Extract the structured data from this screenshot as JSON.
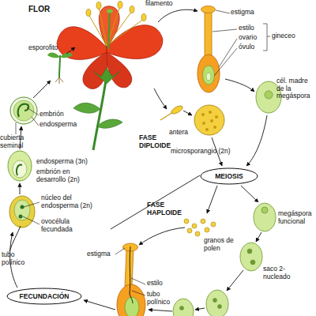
{
  "diagram": {
    "nodes": [
      {
        "text": [
          "MEIOSIS"
        ]
      },
      {
        "text": [
          "FECUNDACIÓN"
        ]
      }
    ],
    "labels": [
      "FLOR",
      "filamento",
      "estigma",
      "estilo",
      "gineceo",
      "ovario",
      "óvulo",
      "esporofito",
      "cél. madre de la megáspora",
      "antera",
      "embrión",
      "endosperma",
      "cubierta seminal",
      "microsporangio (2n)",
      "FASE DIPLOIDE",
      "endosperma (3n)",
      "embrión en desarrollo (2n)",
      "FASE HAPLOIDE",
      "núcleo del endosperma (2n)",
      "megáspora funcional",
      "ovocélula fecundada",
      "granos de polen",
      "estigma",
      "tubo polínico",
      "estilo",
      "saco 2-nucleado",
      "tubo polínico"
    ]
  }
}
